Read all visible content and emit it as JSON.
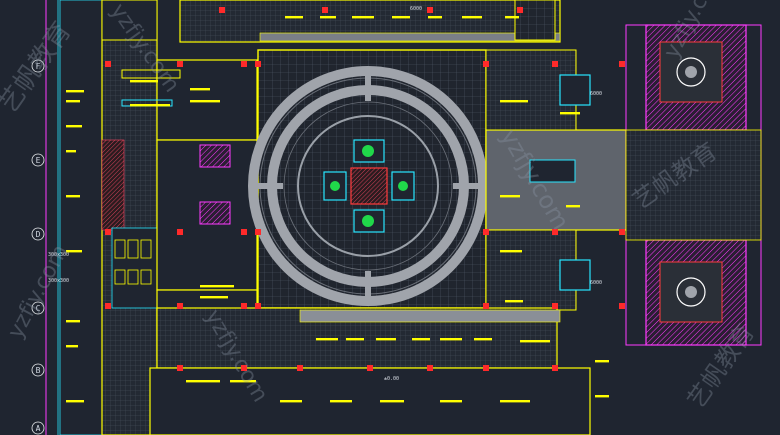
{
  "grid_rows": [
    "F",
    "E",
    "D",
    "C",
    "B",
    "A"
  ],
  "room_labels": {
    "atrium": "",
    "east_lobby": ""
  },
  "dimension_notes": {
    "top": "6000",
    "left_a": "300x300",
    "left_b": "300x300",
    "right_a": "6000",
    "right_b": "6000",
    "level_mark": "±0.00"
  },
  "watermarks": [
    "yzfjy.com",
    "yzfjy.com",
    "艺帆教育"
  ],
  "colors": {
    "background": "#1f2530",
    "wall": "#ffff00",
    "magenta": "#ff3bff",
    "cyan": "#29e6ff",
    "red": "#ff2a2a",
    "grid": "#6d7480",
    "green": "#20d84a",
    "white": "#e9ecef"
  }
}
